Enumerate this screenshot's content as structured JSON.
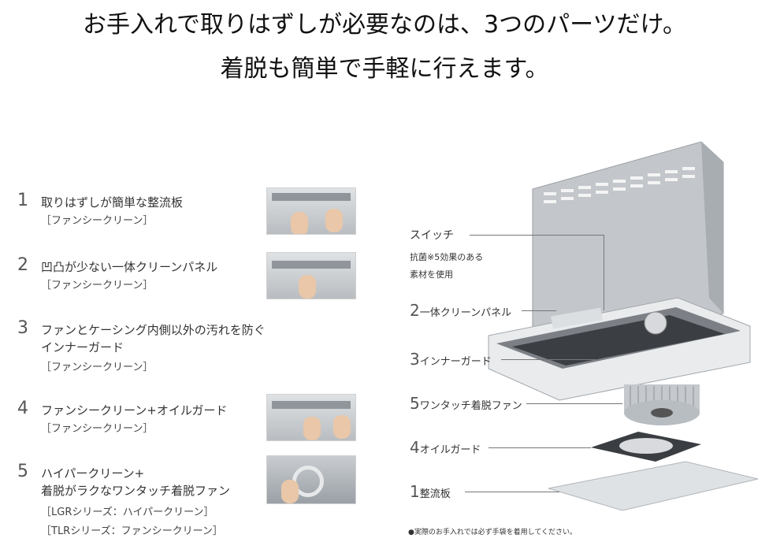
{
  "headline": {
    "line1": "お手入れで取りはずしが必要なのは、3つのパーツだけ。",
    "line2": "着脱も簡単で手軽に行えます。"
  },
  "items": [
    {
      "num": "1",
      "title": "取りはずしが簡単な整流板",
      "subs": [
        "［ファンシークリーン］"
      ]
    },
    {
      "num": "2",
      "title": "凹凸が少ない一体クリーンパネル",
      "subs": [
        "［ファンシークリーン］"
      ]
    },
    {
      "num": "3",
      "title": "ファンとケーシング内側以外の汚れを防ぐ",
      "title2": "インナーガード",
      "subs": [
        "［ファンシークリーン］"
      ]
    },
    {
      "num": "4",
      "title": "ファンシークリーン+オイルガード",
      "subs": [
        "［ファンシークリーン］"
      ]
    },
    {
      "num": "5",
      "title": "ハイパークリーン+",
      "title2": "着脱がラクなワンタッチ着脱ファン",
      "subs": [
        "［LGRシリーズ：ハイパークリーン］",
        "［TLRシリーズ：ファンシークリーン］"
      ]
    }
  ],
  "diagram": {
    "switch": "スイッチ",
    "antibacterial_1": "抗菌※5効果のある",
    "antibacterial_2": "素材を使用",
    "parts": [
      {
        "num": "2",
        "label": "一体クリーンパネル"
      },
      {
        "num": "3",
        "label": "インナーガード"
      },
      {
        "num": "5",
        "label": "ワンタッチ着脱ファン"
      },
      {
        "num": "4",
        "label": "オイルガード"
      },
      {
        "num": "1",
        "label": "整流板"
      }
    ],
    "note": "●実際のお手入れでは必ず手袋を着用してください。"
  }
}
